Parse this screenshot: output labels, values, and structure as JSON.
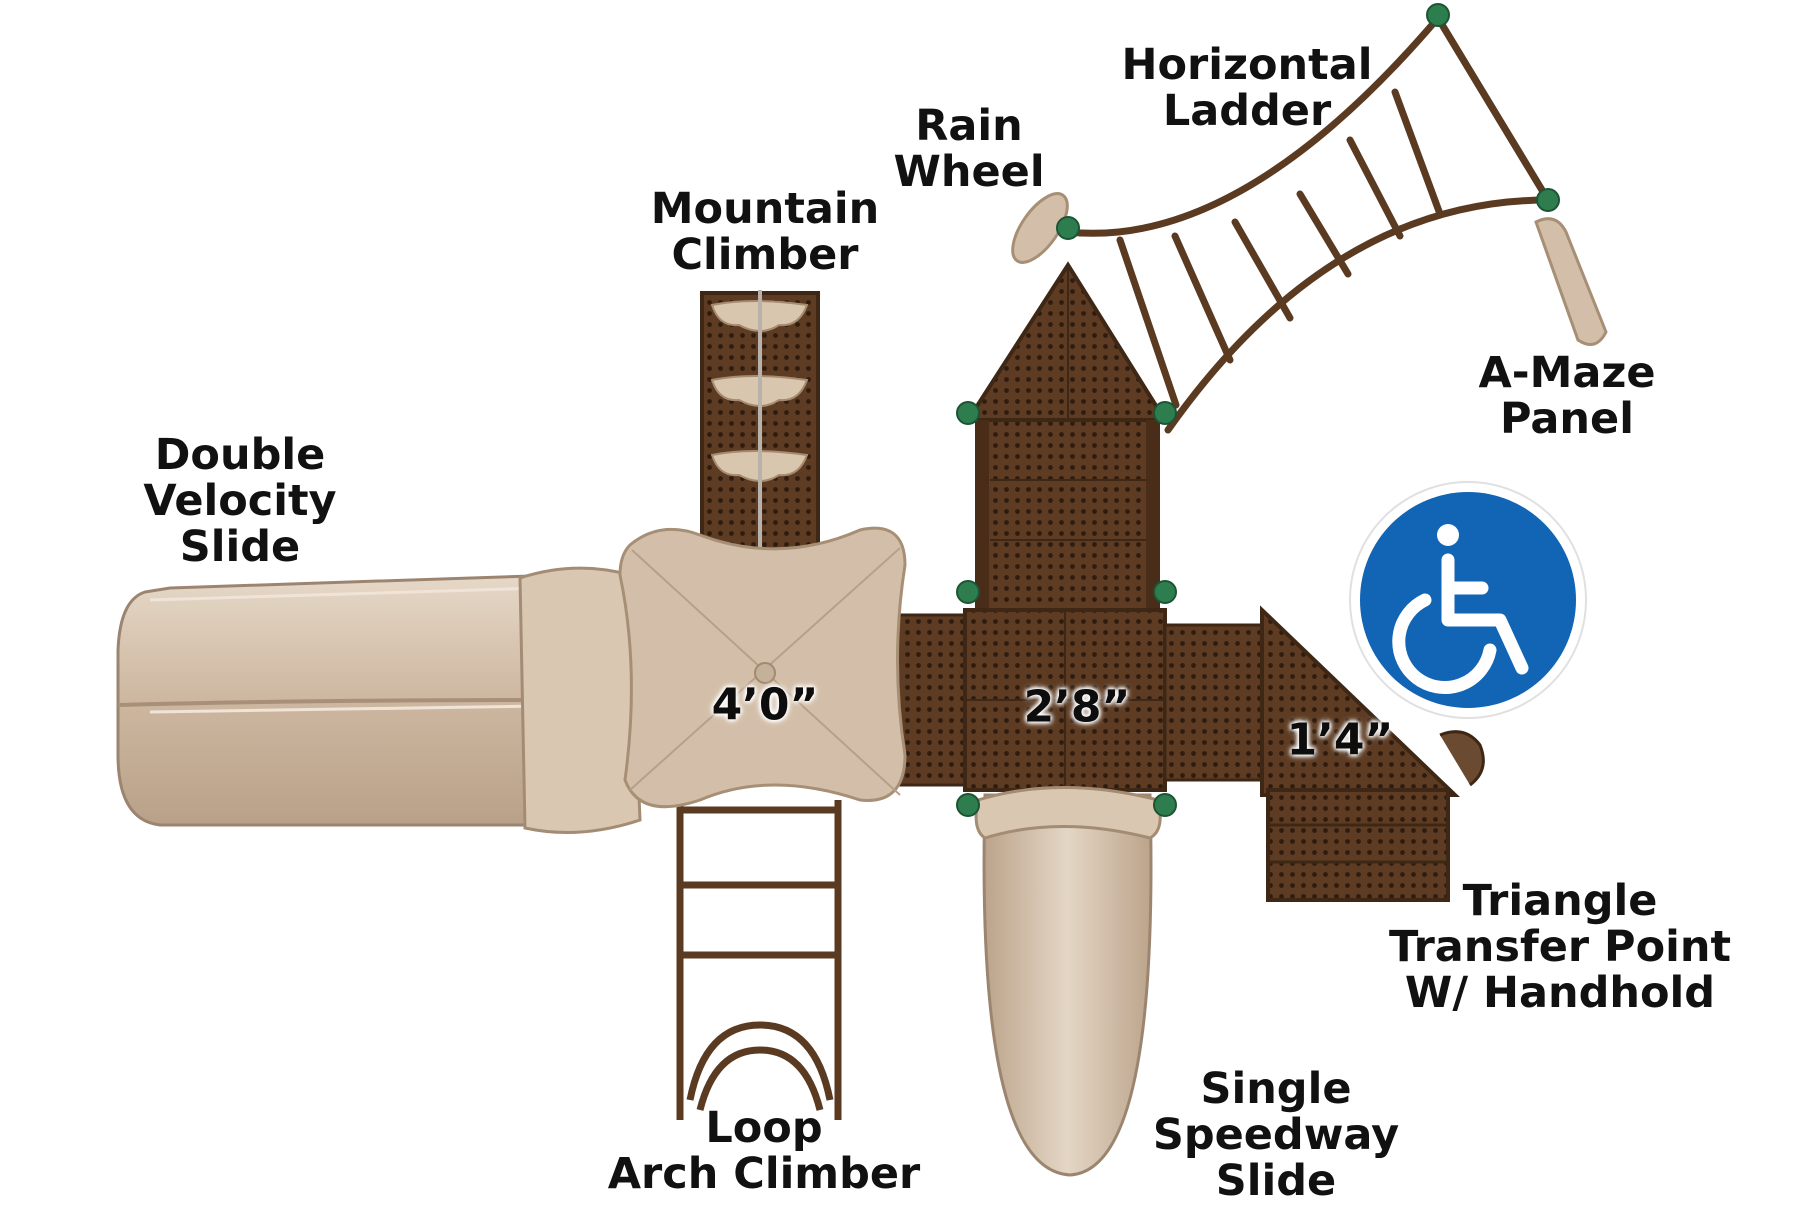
{
  "labels": {
    "horizontal_ladder": [
      "Horizontal",
      "Ladder"
    ],
    "rain_wheel": [
      "Rain",
      "Wheel"
    ],
    "mountain_climber": [
      "Mountain",
      "Climber"
    ],
    "a_maze_panel": [
      "A-Maze",
      "Panel"
    ],
    "double_velocity_slide": [
      "Double",
      "Velocity",
      "Slide"
    ],
    "triangle_transfer_point": [
      "Triangle",
      "Transfer Point",
      "W/ Handhold"
    ],
    "single_speedway_slide": [
      "Single",
      "Speedway",
      "Slide"
    ],
    "loop_arch_climber": [
      "Loop",
      "Arch Climber"
    ]
  },
  "deck_heights": {
    "main": "4’0”",
    "center": "2’8”",
    "transfer": "1’4”"
  },
  "icons": {
    "accessibility": "wheelchair-icon"
  },
  "colors": {
    "tan": "#d3bfa9",
    "brown": "#5b3a22",
    "green": "#2e7d4f",
    "accessibility_blue": "#1265b5"
  }
}
